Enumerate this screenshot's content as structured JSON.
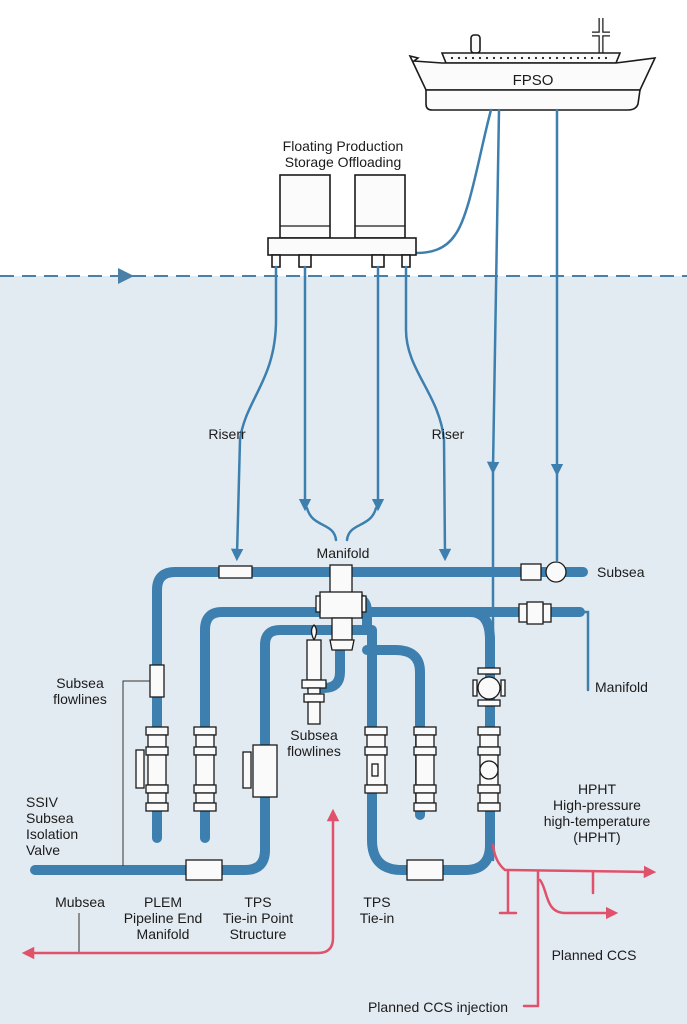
{
  "diagram": {
    "title_vessel": "FPSO",
    "platform_label_line1": "Floating Production",
    "platform_label_line2": "Storage Offloading",
    "colors": {
      "sky": "#ffffff",
      "sea": "#e3ebf2",
      "pipe": "#3d7fae",
      "waterline": "#4a7fa7",
      "ccs_line": "#e0516b",
      "outline": "#1b1b1b"
    },
    "labels": {
      "riser_left": "Riserr",
      "riser_right": "Riser",
      "manifold_center": "Manifold",
      "subsea_right": "Subsea",
      "manifold_right": "Manifold",
      "subsea_flowlines_left_1": "Subsea",
      "subsea_flowlines_left_2": "flowlines",
      "subsea_flowlines_center_1": "Subsea",
      "subsea_flowlines_center_2": "flowlines",
      "ssiv_1": "SSIV",
      "ssiv_2": "Subsea",
      "ssiv_3": "Isolation",
      "ssiv_4": "Valve",
      "hpht_1": "HPHT",
      "hpht_2": "High-pressure",
      "hpht_3": "high-temperature",
      "hpht_4": "(HPHT)",
      "mubsea": "Mubsea",
      "plem_1": "PLEM",
      "plem_2": "Pipeline End",
      "plem_3": "Manifold",
      "tps_left_1": "TPS",
      "tps_left_2": "Tie-in Point",
      "tps_left_3": "Structure",
      "tps_right_1": "TPS",
      "tps_right_2": "Tie-in",
      "planned_ccs": "Planned CCS",
      "planned_ccs_injection": "Planned CCS injection"
    }
  }
}
